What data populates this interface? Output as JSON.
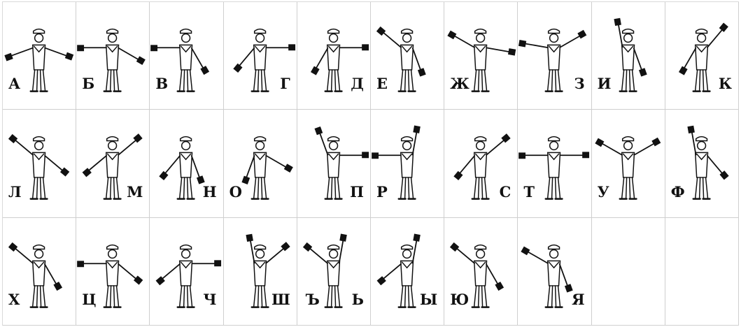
{
  "rows": [
    [
      {
        "label": "А",
        "side": "left",
        "la": 200,
        "ra": -20
      },
      {
        "label": "Б",
        "side": "left",
        "la": 180,
        "ra": -30
      },
      {
        "label": "В",
        "side": "left",
        "la": 180,
        "ra": -60
      },
      {
        "label": "Г",
        "side": "right",
        "la": 230,
        "ra": 0
      },
      {
        "label": "Д",
        "side": "right",
        "la": 240,
        "ra": 0
      },
      {
        "label": "Е",
        "side": "left",
        "la": 140,
        "ra": -70
      },
      {
        "label": "Ж",
        "side": "left",
        "la": 150,
        "ra": -10
      },
      {
        "label": "З",
        "side": "right",
        "la": 170,
        "ra": 30
      },
      {
        "label": "И",
        "side": "left",
        "la": 100,
        "ra": -70
      },
      {
        "label": "К",
        "side": "right",
        "la": 240,
        "ra": 50
      }
    ],
    [
      {
        "label": "Л",
        "side": "left",
        "la": 140,
        "ra": -40
      },
      {
        "label": "М",
        "side": "right",
        "la": 220,
        "ra": 40
      },
      {
        "label": "Н",
        "side": "right",
        "la": 230,
        "ra": -70
      },
      {
        "label": "О",
        "side": "left",
        "la": 250,
        "ra": -30
      },
      {
        "label": "П",
        "side": "right",
        "la": 110,
        "ra": 0
      },
      {
        "label": "Р",
        "side": "left",
        "la": 180,
        "ra": 80
      },
      {
        "label": "С",
        "side": "right",
        "la": 230,
        "ra": 40
      },
      {
        "label": "Т",
        "side": "left",
        "la": 180,
        "ra": 0
      },
      {
        "label": "У",
        "side": "left",
        "la": 150,
        "ra": 30
      },
      {
        "label": "Ф",
        "side": "left",
        "la": 100,
        "ra": -50
      }
    ],
    [
      {
        "label": "Х",
        "side": "left",
        "la": 140,
        "ra": -60
      },
      {
        "label": "Ц",
        "side": "left",
        "la": 180,
        "ra": -40
      },
      {
        "label": "Ч",
        "side": "right",
        "la": 220,
        "ra": 0
      },
      {
        "label": "Ш",
        "side": "right",
        "la": 100,
        "ra": 40
      },
      {
        "label": "Ъ",
        "label2": "Ь",
        "side": "pair",
        "la": 140,
        "ra": 80
      },
      {
        "label": "Ы",
        "side": "right",
        "la": 220,
        "ra": 80
      },
      {
        "label": "Ю",
        "side": "left",
        "la": 140,
        "ra": -60
      },
      {
        "label": "Я",
        "side": "right",
        "la": 150,
        "ra": -70
      },
      {
        "empty": true
      },
      {
        "empty": true
      }
    ]
  ]
}
